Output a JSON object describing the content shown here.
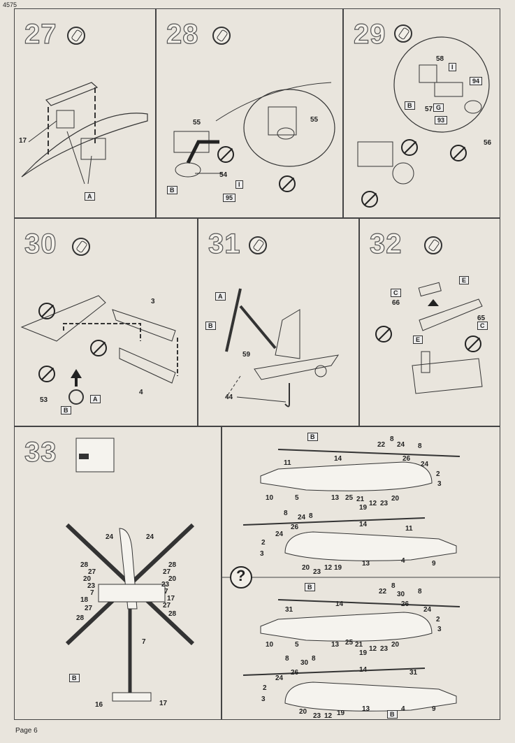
{
  "page_code": "4575",
  "footer": "Page 6",
  "steps": [
    {
      "num": "27",
      "callouts": [
        "17"
      ],
      "tags": [
        "A"
      ]
    },
    {
      "num": "28",
      "callouts": [
        "55",
        "54",
        "55"
      ],
      "tags": [
        "B",
        "I",
        "95"
      ]
    },
    {
      "num": "29",
      "callouts": [
        "58",
        "57",
        "56"
      ],
      "tags": [
        "I",
        "94",
        "B",
        "G",
        "93"
      ]
    },
    {
      "num": "30",
      "callouts": [
        "3",
        "4",
        "53"
      ],
      "tags": [
        "B",
        "A"
      ]
    },
    {
      "num": "31",
      "callouts": [
        "59",
        "44"
      ],
      "tags": [
        "A",
        "B"
      ]
    },
    {
      "num": "32",
      "callouts": [
        "66",
        "65"
      ],
      "tags": [
        "C",
        "E",
        "E",
        "C"
      ]
    },
    {
      "num": "33",
      "callouts": [
        "24",
        "24",
        "28",
        "27",
        "20",
        "23",
        "7",
        "18",
        "27",
        "28",
        "28",
        "27",
        "20",
        "23",
        "7",
        "17",
        "27",
        "28",
        "7",
        "16",
        "17"
      ],
      "tags": [
        "B"
      ]
    }
  ],
  "profiles": {
    "p1": [
      "8",
      "22",
      "24",
      "8",
      "14",
      "26",
      "24",
      "11",
      "2",
      "3",
      "10",
      "5",
      "13",
      "25",
      "21",
      "12",
      "23",
      "20",
      "19"
    ],
    "p2": [
      "8",
      "24",
      "8",
      "14",
      "26",
      "11",
      "24",
      "2",
      "3",
      "20",
      "23",
      "12",
      "19",
      "13",
      "4",
      "9"
    ],
    "p3": [
      "8",
      "22",
      "30",
      "8",
      "14",
      "26",
      "24",
      "31",
      "2",
      "3",
      "10",
      "5",
      "13",
      "25",
      "21",
      "12",
      "23",
      "20",
      "19"
    ],
    "p4": [
      "8",
      "30",
      "8",
      "14",
      "24",
      "26",
      "31",
      "2",
      "3",
      "20",
      "23",
      "12",
      "19",
      "13",
      "4",
      "9"
    ]
  },
  "tags_profiles": [
    "B",
    "B",
    "B"
  ],
  "question": "?"
}
